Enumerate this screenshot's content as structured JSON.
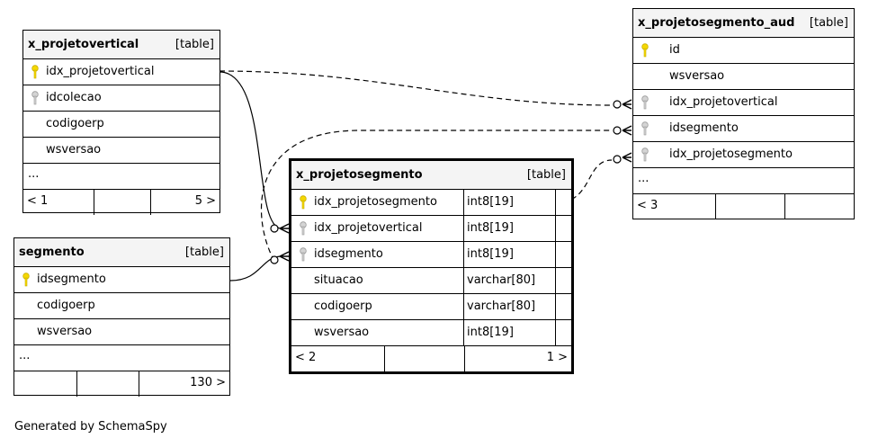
{
  "colors": {
    "primary_key": "#f5d800",
    "foreign_key": "#bdbdbd",
    "header_bg": "#f4f4f4"
  },
  "tables": {
    "x_projetovertical": {
      "name": "x_projetovertical",
      "kind": "[table]",
      "columns": [
        {
          "name": "idx_projetovertical",
          "key": "primary"
        },
        {
          "name": "idcolecao",
          "key": "foreign"
        },
        {
          "name": "codigoerp",
          "key": "none"
        },
        {
          "name": "wsversao",
          "key": "none"
        }
      ],
      "ellipsis": "...",
      "footer_left": "< 1",
      "footer_right": "5 >"
    },
    "segmento": {
      "name": "segmento",
      "kind": "[table]",
      "columns": [
        {
          "name": "idsegmento",
          "key": "primary"
        },
        {
          "name": "codigoerp",
          "key": "none"
        },
        {
          "name": "wsversao",
          "key": "none"
        }
      ],
      "ellipsis": "...",
      "footer_left": "",
      "footer_right": "130 >"
    },
    "x_projetosegmento": {
      "name": "x_projetosegmento",
      "kind": "[table]",
      "columns": [
        {
          "name": "idx_projetosegmento",
          "type": "int8[19]",
          "key": "primary"
        },
        {
          "name": "idx_projetovertical",
          "type": "int8[19]",
          "key": "foreign"
        },
        {
          "name": "idsegmento",
          "type": "int8[19]",
          "key": "foreign"
        },
        {
          "name": "situacao",
          "type": "varchar[80]",
          "key": "none"
        },
        {
          "name": "codigoerp",
          "type": "varchar[80]",
          "key": "none"
        },
        {
          "name": "wsversao",
          "type": "int8[19]",
          "key": "none"
        }
      ],
      "footer_left": "< 2",
      "footer_right": "1 >"
    },
    "x_projetosegmento_aud": {
      "name": "x_projetosegmento_aud",
      "kind": "[table]",
      "columns": [
        {
          "name": "id",
          "key": "primary"
        },
        {
          "name": "wsversao",
          "key": "none"
        },
        {
          "name": "idx_projetovertical",
          "key": "foreign"
        },
        {
          "name": "idsegmento",
          "key": "foreign"
        },
        {
          "name": "idx_projetosegmento",
          "key": "foreign"
        }
      ],
      "ellipsis": "...",
      "footer_left": "< 3",
      "footer_right": ""
    }
  },
  "footer_note": "Generated by SchemaSpy"
}
